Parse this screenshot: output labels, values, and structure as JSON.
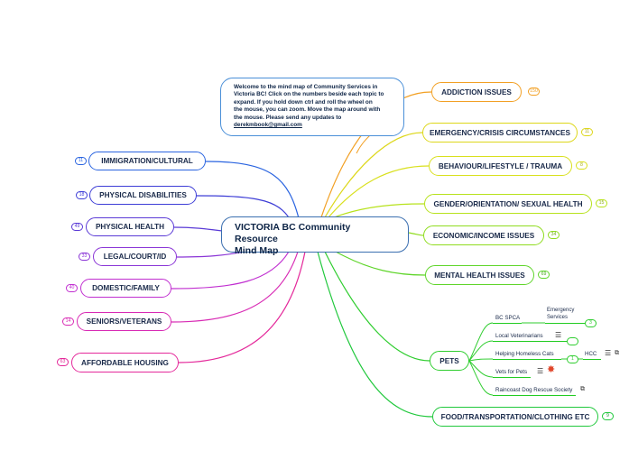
{
  "central": {
    "title_line1": "VICTORIA BC Community Resource",
    "title_line2": "Mind Map"
  },
  "welcome": {
    "line1": "Welcome to the mind map of Community Services in",
    "line2": "Victoria BC! Click on the numbers beside each topic to",
    "line3": "expand.  If you hold down ctrl and roll the wheel on",
    "line4": "the mouse, you can zoom. Move the map around with",
    "line5": "the mouse. Please send any updates to",
    "email": "derekmbook@gmail.com"
  },
  "left_topics": [
    {
      "label": "IMMIGRATION/CULTURAL",
      "count": "11",
      "color": "#2a64e0"
    },
    {
      "label": "PHYSICAL DISABILITIES",
      "count": "18",
      "color": "#3d3dd6"
    },
    {
      "label": "PHYSICAL HEALTH",
      "count": "49",
      "color": "#5a3ad6"
    },
    {
      "label": "LEGAL/COURT/ID",
      "count": "33",
      "color": "#8a35d6"
    },
    {
      "label": "DOMESTIC/FAMILY",
      "count": "40",
      "color": "#c02ed0"
    },
    {
      "label": "SENIORS/VETERANS",
      "count": "14",
      "color": "#d82ab4"
    },
    {
      "label": "AFFORDABLE HOUSING",
      "count": "63",
      "color": "#e4289a"
    }
  ],
  "right_topics": [
    {
      "label": "ADDICTION ISSUES",
      "count": "150",
      "color": "#f2a024"
    },
    {
      "label": "EMERGENCY/CRISIS CIRCUMSTANCES",
      "count": "11",
      "color": "#ddd71a"
    },
    {
      "label": "BEHAVIOUR/LIFESTYLE /  TRAUMA",
      "count": "8",
      "color": "#d9e01e"
    },
    {
      "label": "GENDER/ORIENTATION/ SEXUAL HEALTH",
      "count": "15",
      "color": "#b7e21c"
    },
    {
      "label": "ECONOMIC/INCOME ISSUES",
      "count": "34",
      "color": "#8fdc1e"
    },
    {
      "label": "MENTAL HEALTH ISSUES",
      "count": "69",
      "color": "#5fd52a"
    },
    {
      "label": "PETS",
      "count": "",
      "color": "#2fcd2f"
    },
    {
      "label": "FOOD/TRANSPORTATION/CLOTHING ETC",
      "count": "9",
      "color": "#20c83c"
    }
  ],
  "pets": {
    "items": [
      {
        "label": "BC SPCA"
      },
      {
        "label": "Local Veterinarians"
      },
      {
        "label": "Helping Homeless Cats"
      },
      {
        "label": "Vets for Pets"
      },
      {
        "label": "Raincoast Dog Rescue Society"
      }
    ],
    "spca_child_line1": "Emergency",
    "spca_child_line2": "Services",
    "spca_count": "3",
    "cats_count": "1",
    "cats_child": "HCC"
  },
  "icons": {
    "notes": "☰",
    "link": "⧉",
    "badge": "✸"
  },
  "colors": {
    "central_border": "#3b6fb0",
    "welcome_border": "#4a8fd8",
    "text": "#1a2a4a"
  }
}
